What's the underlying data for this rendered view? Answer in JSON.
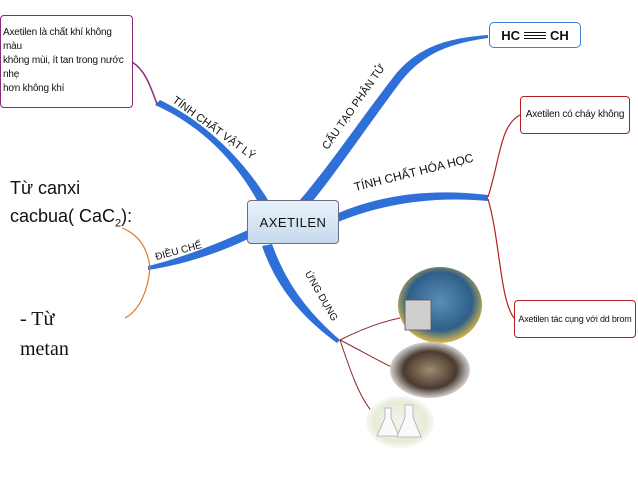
{
  "center": {
    "label": "AXETILEN"
  },
  "branches": {
    "physical": {
      "label": "TÍNH CHẤT VẬT LÝ",
      "text": [
        "Axetilen là chất khí không màu",
        "không mùi, ít tan trong nước nhẹ",
        "hơn không khí"
      ]
    },
    "structure": {
      "label": "CẤU TẠO PHÂN TỬ",
      "formula_left": "HC",
      "formula_right": "CH"
    },
    "chemical": {
      "label": "TÍNH CHẤT HÓA HỌC",
      "items": [
        "Axetilen có cháy không",
        "Axetilen tác cụng với dd brom"
      ]
    },
    "preparation": {
      "label": "ĐIỀU CHẾ",
      "line1": "Từ canxi",
      "line2": "cacbua( CaC",
      "sub": "2",
      "line2_end": "):",
      "methane1": "- Từ",
      "methane2": "metan"
    },
    "applications": {
      "label": "ỨNG DỤNG"
    }
  },
  "colors": {
    "blue": "#2f6fd8",
    "purple": "#8a2a7a",
    "orange": "#e07a2a",
    "red": "#b02020",
    "center_border": "#6b6b8a"
  }
}
